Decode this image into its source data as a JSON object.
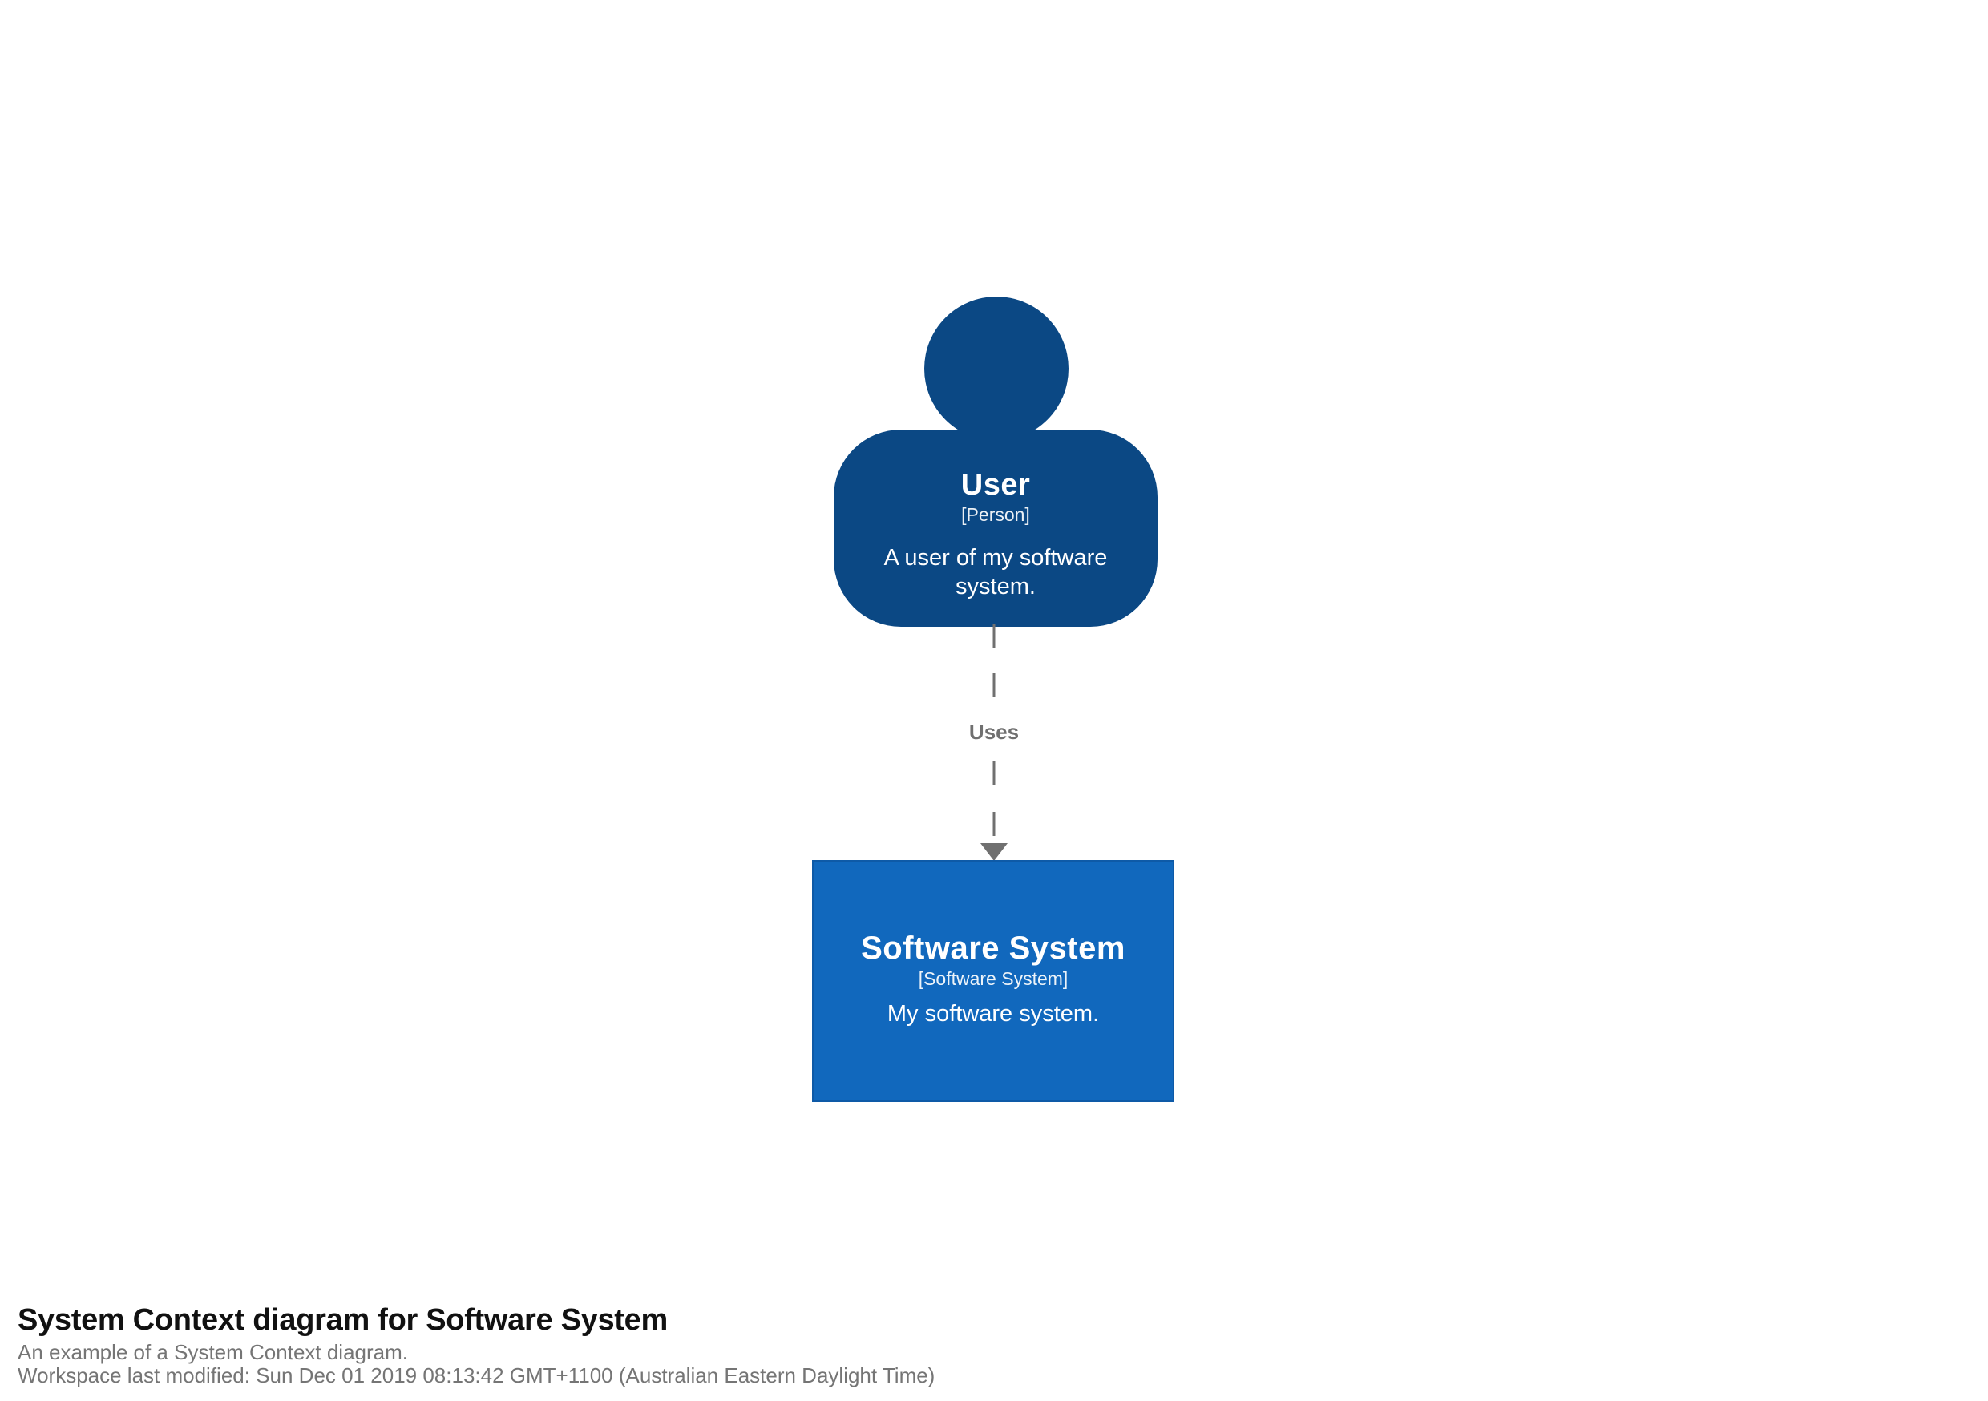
{
  "page": {
    "background": "#ffffff"
  },
  "diagram": {
    "person": {
      "name": "User",
      "type": "[Person]",
      "description": "A user of my software system.",
      "fill": "#0b4884",
      "text_color": "#ffffff"
    },
    "relationship": {
      "label": "Uses",
      "line_color": "#707070",
      "style": "dashed",
      "direction": "person-to-system"
    },
    "software_system": {
      "name": "Software System",
      "type": "[Software System]",
      "description": "My software system.",
      "fill": "#1168bd",
      "border_color": "#0e5aa7",
      "text_color": "#ffffff"
    }
  },
  "footer": {
    "title": "System Context diagram for Software System",
    "description": "An example of a System Context diagram.",
    "last_modified": "Workspace last modified: Sun Dec 01 2019 08:13:42 GMT+1100 (Australian Eastern Daylight Time)"
  }
}
